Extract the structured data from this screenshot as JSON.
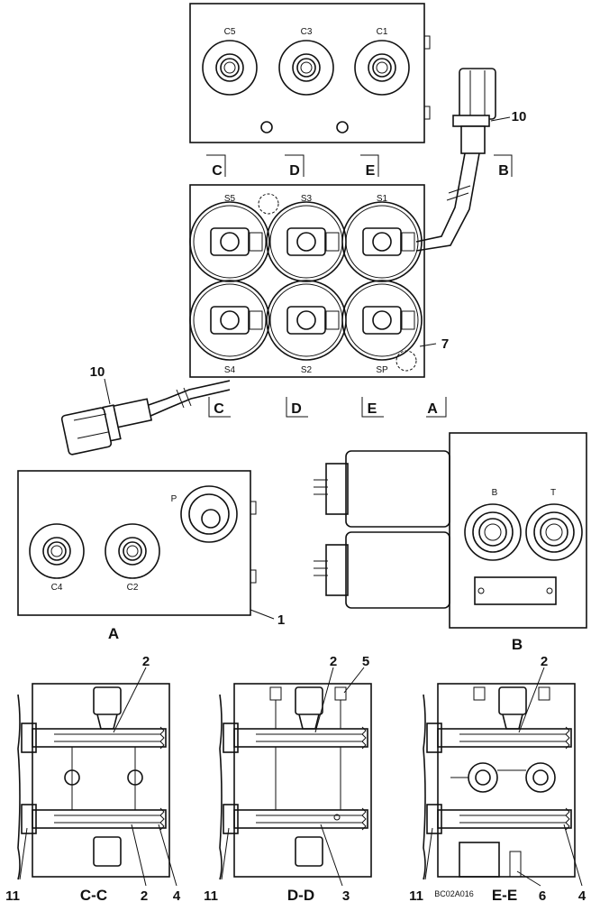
{
  "top_view": {
    "ports": [
      "C5",
      "C3",
      "C1"
    ]
  },
  "section_arrows_top": [
    "C",
    "D",
    "E",
    "B"
  ],
  "middle_view": {
    "solenoids_row1": [
      "S5",
      "S3",
      "S1"
    ],
    "solenoids_row2": [
      "S4",
      "S2",
      "SP"
    ]
  },
  "section_arrows_bottom": [
    "C",
    "D",
    "E",
    "A"
  ],
  "callouts": {
    "connector_upper": "10",
    "connector_lower": "10",
    "solenoid": "7",
    "body_a": "1"
  },
  "view_a": {
    "title": "A",
    "ports": [
      "P",
      "C4",
      "C2"
    ]
  },
  "view_b": {
    "title": "B",
    "ports": [
      "B",
      "T"
    ]
  },
  "section_cc": {
    "title": "C-C",
    "callouts": [
      "2",
      "11",
      "2",
      "4"
    ]
  },
  "section_dd": {
    "title": "D-D",
    "callouts": [
      "2",
      "5",
      "11",
      "3"
    ]
  },
  "section_ee": {
    "title": "E-E",
    "callouts": [
      "2",
      "11",
      "6",
      "4"
    ]
  },
  "drawing_code": "BC02A016"
}
